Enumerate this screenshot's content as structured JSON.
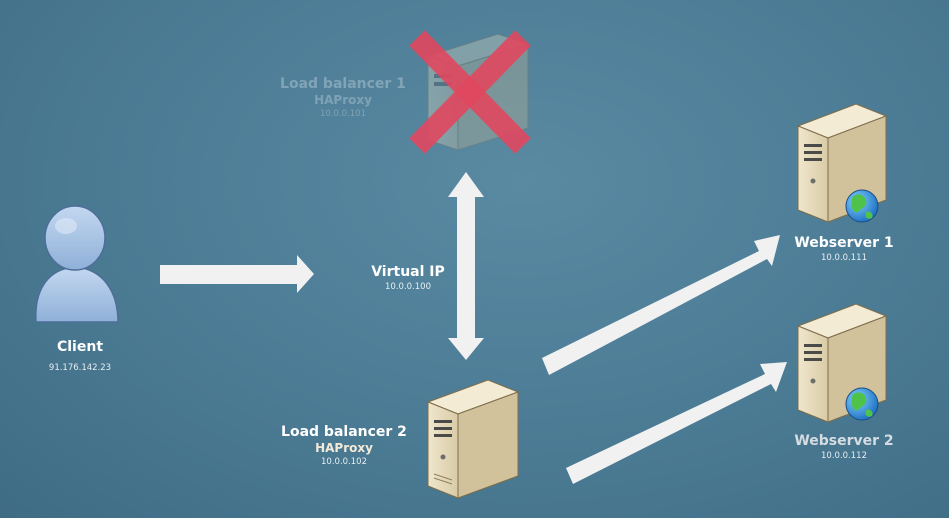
{
  "nodes": {
    "lb1": {
      "title": "Load balancer 1",
      "software": "HAProxy",
      "ip": "10.0.0.101",
      "status": "failed"
    },
    "lb2": {
      "title": "Load balancer 2",
      "software": "HAProxy",
      "ip": "10.0.0.102"
    },
    "vip": {
      "title": "Virtual IP",
      "ip": "10.0.0.100"
    },
    "client": {
      "title": "Client",
      "ip": "91.176.142.23"
    },
    "ws1": {
      "title": "Webserver 1",
      "ip": "10.0.0.111"
    },
    "ws2": {
      "title": "Webserver 2",
      "ip": "10.0.0.112"
    }
  },
  "icons": {
    "client": "user-icon",
    "server": "server-icon",
    "globe": "globe-icon",
    "failed": "red-x-icon"
  },
  "colors": {
    "background": "#4e7e97",
    "arrow": "#f1f1f1",
    "failure_mark": "#e0475e",
    "server_body": "#e4d9bc",
    "user_icon": "#a9c3e4"
  }
}
